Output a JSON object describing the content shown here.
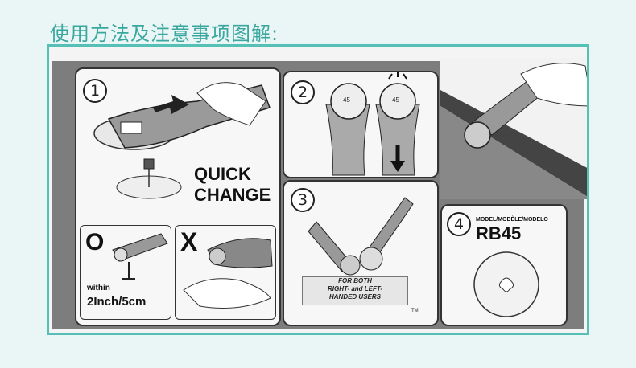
{
  "heading": "使用方法及注意事项图解:",
  "steps": {
    "s1": {
      "number": "1",
      "caption_line1": "QUICK",
      "caption_line2": "CHANGE"
    },
    "s2": {
      "number": "2",
      "blade_label_a": "45",
      "blade_label_b": "45"
    },
    "s3": {
      "number": "3",
      "banner_line1": "FOR BOTH",
      "banner_line2": "RIGHT- and LEFT-",
      "banner_line3": "HANDED USERS",
      "tm": "TM"
    },
    "s4": {
      "number": "4",
      "model_line": "MODEL/MODÈLE/MODELO",
      "model_name": "RB45"
    }
  },
  "correct_sub": {
    "symbol": "O",
    "within": "within",
    "distance": "2Inch/5cm"
  },
  "wrong_sub": {
    "symbol": "X"
  }
}
